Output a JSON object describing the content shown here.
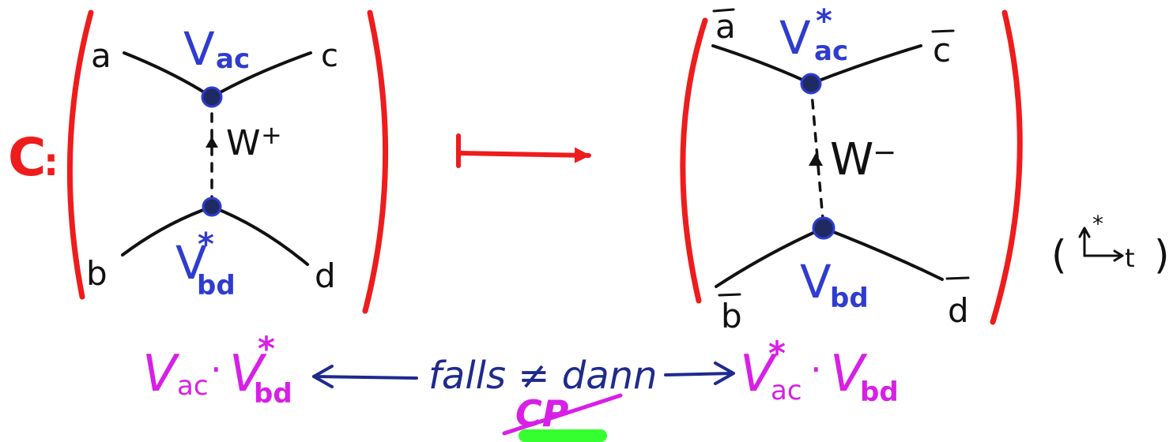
{
  "operator": {
    "symbol": "C",
    "colon": ":"
  },
  "left_diagram": {
    "labels": {
      "a": "a",
      "b": "b",
      "c": "c",
      "d": "d"
    },
    "top_vertex": {
      "base": "V",
      "sub": "ac"
    },
    "bottom_vertex": {
      "base": "V",
      "sup": "*",
      "sub": "bd"
    },
    "propagator": {
      "base": "W",
      "sup": "+"
    }
  },
  "right_diagram": {
    "labels": {
      "a": "a",
      "b": "b",
      "c": "c",
      "d": "d"
    },
    "top_vertex": {
      "base": "V",
      "sup": "*",
      "sub": "ac"
    },
    "bottom_vertex": {
      "base": "V",
      "sub": "bd"
    },
    "propagator": {
      "base": "W",
      "sup": "−"
    }
  },
  "side_note": {
    "open": "(",
    "star": "*",
    "t": "t",
    "close": ")"
  },
  "bottom": {
    "left_expr": {
      "v1": "V",
      "s1": "ac",
      "dot": "·",
      "v2": "V",
      "sup2": "*",
      "s2": "bd"
    },
    "middle_text": "falls ≠ dann",
    "under_note": "CP",
    "right_expr": {
      "v1": "V",
      "sup1": "*",
      "s1": "ac",
      "dot": "·",
      "v2": "V",
      "s2": "bd"
    }
  },
  "colors": {
    "background": "#ffffff",
    "ink_black": "#111111",
    "ink_blue": "#2f3ccf",
    "ink_red": "#ee1c1c",
    "ink_magenta": "#d81fe6",
    "ink_dark_blue": "#1e2a8c",
    "vertex": "#1f2a63",
    "highlight_green": "#35ff2f"
  }
}
